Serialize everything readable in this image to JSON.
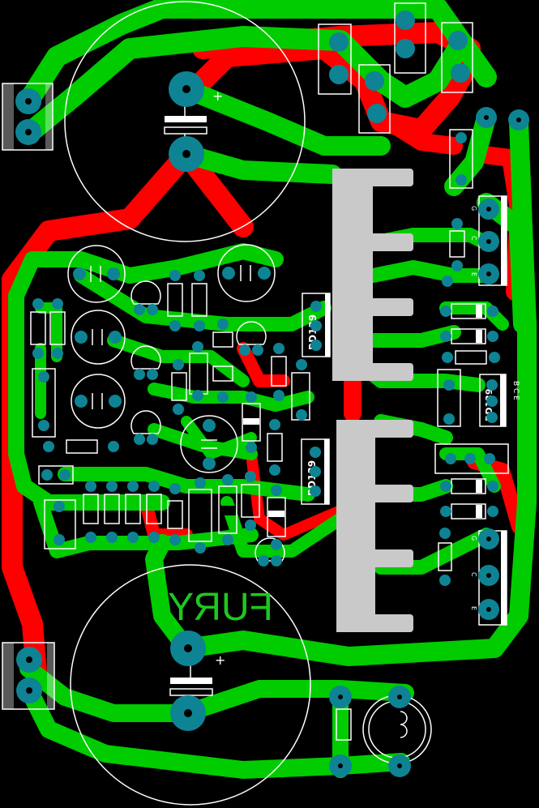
{
  "board": {
    "title_text": "FURY",
    "colors": {
      "background": "#000000",
      "top_copper": "#ff0000",
      "bottom_copper": "#00cc00",
      "pads": "#0e8394",
      "silkscreen": "#ffffff",
      "title_text": "#1ec81e",
      "heatsink": "#c9c9c9"
    }
  },
  "labels": {
    "transistor_upper": "BD139",
    "transistor_lower": "BD139",
    "right_transistor": "BD139",
    "pin_g": "G",
    "pin_c": "C",
    "pin_e": "E",
    "bce": "B C E",
    "plus": "+"
  }
}
